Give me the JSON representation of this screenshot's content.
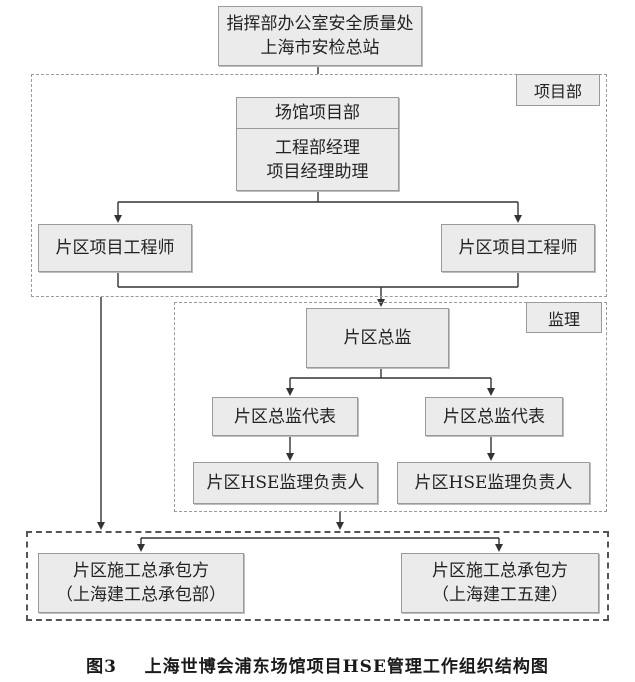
{
  "top_box": {
    "line1": "指挥部办公室安全质量处",
    "line2": "上海市安检总站"
  },
  "project_dept": {
    "tag": "项目部",
    "venue_box": "场馆项目部",
    "manager_box": {
      "line1": "工程部经理",
      "line2": "项目经理助理"
    },
    "engineer_left": "片区项目工程师",
    "engineer_right": "片区项目工程师"
  },
  "supervision": {
    "tag": "监理",
    "chief_box": "片区总监",
    "rep_left": "片区总监代表",
    "rep_right": "片区总监代表",
    "hse_left": "片区HSE监理负责人",
    "hse_right": "片区HSE监理负责人"
  },
  "contractors": {
    "left": {
      "line1": "片区施工总承包方",
      "line2": "（上海建工总承包部）"
    },
    "right": {
      "line1": "片区施工总承包方",
      "line2": "（上海建工五建）"
    }
  },
  "caption": {
    "figure_no": "图3",
    "title": "上海世博会浦东场馆项目HSE管理工作组织结构图"
  }
}
